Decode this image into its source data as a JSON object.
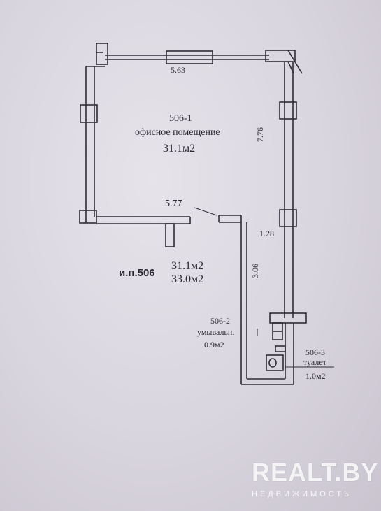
{
  "rooms": {
    "office": {
      "number": "506-1",
      "name": "офисное помещение",
      "area": "31.1м2"
    },
    "washroom": {
      "number": "506-2",
      "name": "умывальн.",
      "area": "0.9м2"
    },
    "toilet": {
      "number": "506-3",
      "name": "туалет",
      "area": "1.0м2"
    }
  },
  "dimensions": {
    "top_wall": "5.63",
    "right_wall": "7.76",
    "bottom_wall": "5.77",
    "corridor_width": "1.28",
    "corridor_length": "3.06"
  },
  "summary": {
    "label": "и.п.506",
    "area_main": "31.1м2",
    "area_total": "33.0м2"
  },
  "watermark": {
    "brand": "REALT.BY",
    "subtitle": "НЕДВИЖИМОСТЬ"
  }
}
